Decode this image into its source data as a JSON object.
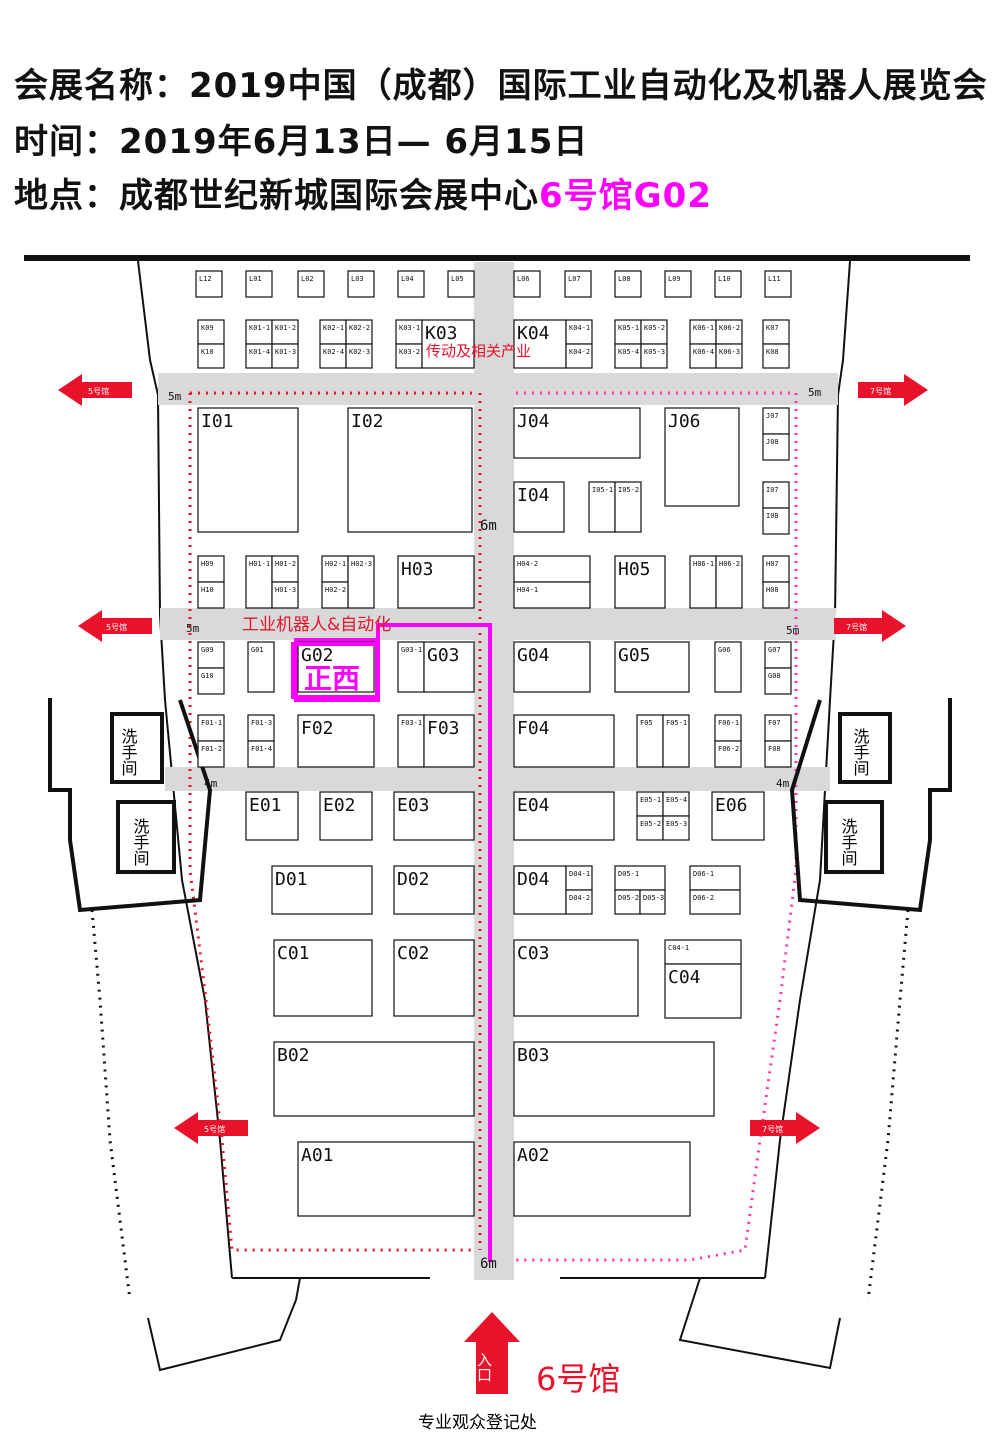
{
  "header": {
    "line1": "会展名称：2019中国（成都）国际工业自动化及机器人展览会",
    "line2": "时间：2019年6月13日— 6月15日",
    "line3_prefix": "地点：成都世纪新城国际会展中心",
    "line3_highlight": "6号馆G02"
  },
  "map": {
    "zone_top": "传动及相关产业",
    "zone_mid": "工业机器人&自动化",
    "highlight_label": "正西",
    "aisle_6m": "6m",
    "aisle_5m": "5m",
    "aisle_4m": "4m",
    "left_hall": "5号馆",
    "right_hall": "7号馆",
    "restroom": "洗手间",
    "entrance": "入口",
    "hall_name": "6号馆",
    "registration": "专业观众登记处",
    "colors": {
      "highlight": "#ff00ff",
      "arrow": "#e8122a",
      "aisle": "#d9d9d9",
      "dots_red": "#e8122a",
      "dots_pink": "#ff33aa"
    }
  },
  "booths": {
    "L": [
      "L12",
      "L01",
      "L02",
      "L03",
      "L04",
      "L05",
      "L06",
      "L07",
      "L08",
      "L09",
      "L10",
      "L11"
    ],
    "K": [
      "K09",
      "K10",
      "K01-1",
      "K01-2",
      "K01-4",
      "K01-3",
      "K02-1",
      "K02-2",
      "K02-4",
      "K02-3",
      "K03-1",
      "K03-2",
      "K03",
      "K04",
      "K04-1",
      "K04-2",
      "K05-1",
      "K05-2",
      "K05-4",
      "K05-3",
      "K06-1",
      "K06-2",
      "K06-4",
      "K06-3",
      "K07",
      "K08"
    ],
    "IJ": [
      "I01",
      "I02",
      "J04",
      "J06",
      "J07",
      "J08",
      "I04",
      "I05-1",
      "I05-2",
      "I07",
      "I08"
    ],
    "H": [
      "H09",
      "H10",
      "H01-1",
      "H01-2",
      "H01-3",
      "H02-1",
      "H02-3",
      "H02-2",
      "H03",
      "H04-2",
      "H04-1",
      "H05",
      "H06-1",
      "H06-2",
      "H07",
      "H08"
    ],
    "G": [
      "G09",
      "G10",
      "G01",
      "G02",
      "G03-1",
      "G03",
      "G04",
      "G05",
      "G06",
      "G07",
      "G08"
    ],
    "F": [
      "F01-1",
      "F01-2",
      "F01-3",
      "F01-4",
      "F02",
      "F03-1",
      "F03",
      "F04",
      "F05",
      "F05-1",
      "F06-1",
      "F06-2",
      "F07",
      "F08"
    ],
    "E": [
      "E01",
      "E02",
      "E03",
      "E04",
      "E05-1",
      "E05-4",
      "E05-2",
      "E05-3",
      "E06"
    ],
    "D": [
      "D01",
      "D02",
      "D04",
      "D04-1",
      "D04-2",
      "D05-1",
      "D05-2",
      "D05-3",
      "D06-1",
      "D06-2"
    ],
    "C": [
      "C01",
      "C02",
      "C03",
      "C04-1",
      "C04"
    ],
    "B": [
      "B02",
      "B03"
    ],
    "A": [
      "A01",
      "A02"
    ]
  }
}
